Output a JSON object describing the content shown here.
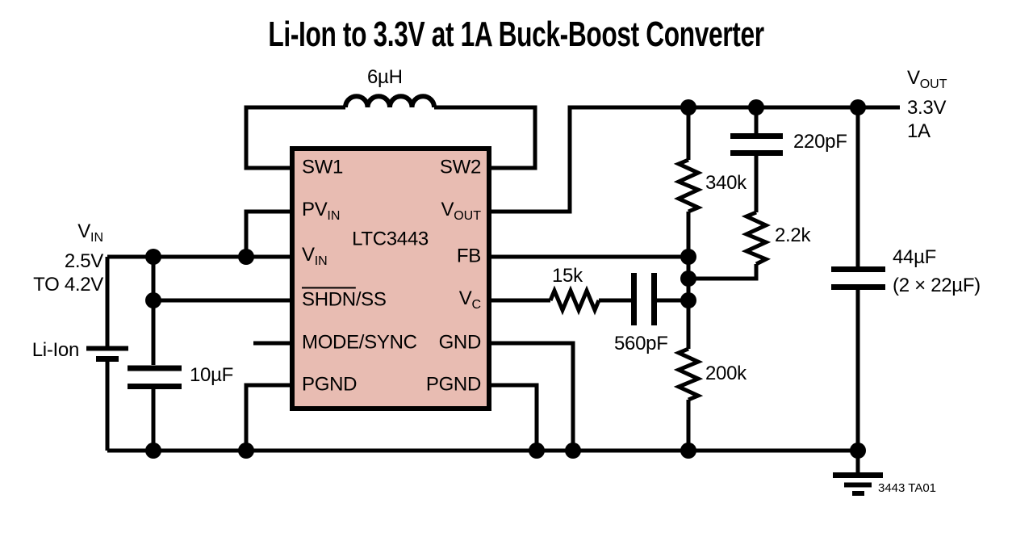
{
  "title": "Li-Ion to 3.3V at 1A Buck-Boost Converter",
  "ic": {
    "part_number": "LTC3443",
    "left_pins": [
      {
        "text": "SW1"
      },
      {
        "text": "PV",
        "sub": "IN"
      },
      {
        "text": "V",
        "sub": "IN"
      },
      {
        "pre": "SHDN",
        "text": "/SS"
      },
      {
        "text": "MODE/SYNC"
      },
      {
        "text": "PGND"
      }
    ],
    "right_pins": [
      {
        "text": "SW2"
      },
      {
        "text": "V",
        "sub": "OUT"
      },
      {
        "text": "FB"
      },
      {
        "text": "V",
        "sub": "C"
      },
      {
        "text": "GND"
      },
      {
        "text": "PGND"
      }
    ]
  },
  "components": {
    "inductor": "6µH",
    "input_cap": "10µF",
    "comp_resistor": "15k",
    "comp_cap": "560pF",
    "feedforward_cap": "220pF",
    "fb_top_resistor": "340k",
    "fb_series_resistor": "2.2k",
    "fb_bottom_resistor": "200k",
    "output_cap": "44µF",
    "output_cap_note": "(2 × 22µF)"
  },
  "io": {
    "input": {
      "name": "V",
      "sub": "IN",
      "line2": "2.5V",
      "line3": "TO 4.2V",
      "source": "Li-Ion"
    },
    "output": {
      "name": "V",
      "sub": "OUT",
      "line2": "3.3V",
      "line3": "1A"
    }
  },
  "footer": {
    "figure_id": "3443 TA01"
  },
  "colors": {
    "ic_fill": "#e8bcb2",
    "line": "#000000",
    "background": "#ffffff"
  }
}
